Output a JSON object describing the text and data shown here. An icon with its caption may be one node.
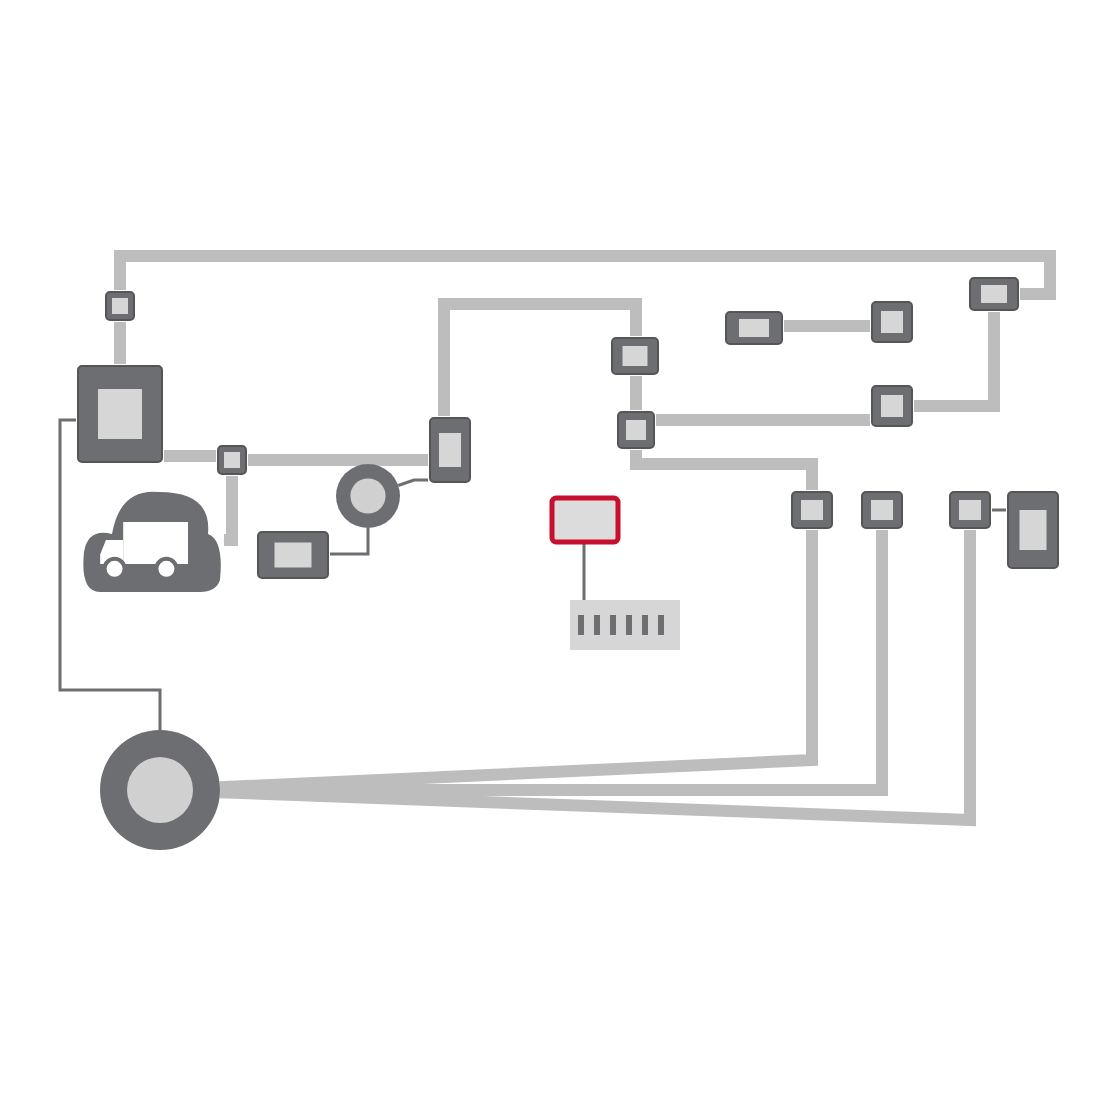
{
  "diagram": {
    "nodes": [
      {
        "text": [],
        "shape": "box"
      },
      {
        "text": [],
        "shape": "cloud"
      },
      {
        "text": [],
        "shape": "box"
      },
      {
        "text": [],
        "shape": "box"
      },
      {
        "text": [],
        "shape": "circle"
      },
      {
        "text": [],
        "shape": "box"
      },
      {
        "text": [],
        "shape": "box"
      },
      {
        "text": [],
        "shape": "box"
      },
      {
        "text": [],
        "shape": "bar"
      },
      {
        "text": [],
        "shape": "box"
      },
      {
        "text": [],
        "shape": "box"
      },
      {
        "text": [],
        "shape": "box"
      },
      {
        "text": [],
        "shape": "box"
      },
      {
        "text": [],
        "shape": "box"
      },
      {
        "text": [],
        "shape": "box"
      },
      {
        "text": [],
        "shape": "box"
      },
      {
        "text": [],
        "shape": "box"
      },
      {
        "text": [],
        "shape": "box"
      },
      {
        "text": [],
        "shape": "box"
      },
      {
        "text": [],
        "shape": "circle"
      }
    ],
    "edges": [
      {
        "from": 0,
        "to": 2,
        "arrow": "none"
      },
      {
        "from": 2,
        "to": 14,
        "arrow": "none"
      },
      {
        "from": 0,
        "to": 3,
        "arrow": "none"
      },
      {
        "from": 3,
        "to": 6,
        "arrow": "none"
      },
      {
        "from": 3,
        "to": 1,
        "arrow": "none"
      },
      {
        "from": 6,
        "to": 10,
        "arrow": "none"
      },
      {
        "from": 10,
        "to": 11,
        "arrow": "none"
      },
      {
        "from": 12,
        "to": 13,
        "arrow": "none"
      },
      {
        "from": 11,
        "to": 15,
        "arrow": "none"
      },
      {
        "from": 11,
        "to": 16,
        "arrow": "none"
      },
      {
        "from": 16,
        "to": 19,
        "arrow": "none"
      },
      {
        "from": 17,
        "to": 19,
        "arrow": "none"
      },
      {
        "from": 18,
        "to": 19,
        "arrow": "none"
      },
      {
        "from": 4,
        "to": 6,
        "arrow": "none",
        "color": "#6d6e71"
      },
      {
        "from": 5,
        "to": 4,
        "arrow": "none",
        "color": "#6d6e71"
      },
      {
        "from": 7,
        "to": 8,
        "arrow": "none",
        "color": "#6d6e71"
      },
      {
        "from": 9,
        "to": 18,
        "arrow": "none",
        "color": "#6d6e71"
      },
      {
        "from": 14,
        "to": 15,
        "arrow": "none"
      },
      {
        "from": 0,
        "to": 19,
        "arrow": "none",
        "color": "#6d6e71"
      }
    ]
  }
}
